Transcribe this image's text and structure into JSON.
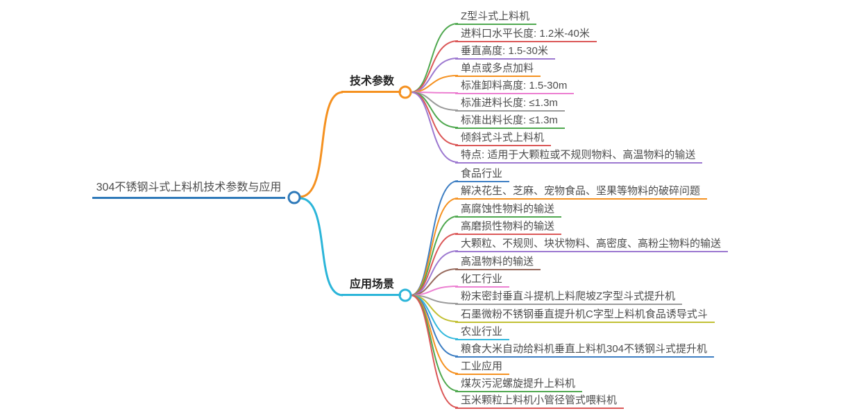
{
  "root": {
    "label": "304不锈钢斗式上料机技术参数与应用",
    "color": "#2e79b9"
  },
  "branches": [
    {
      "label": "技术参数",
      "color": "#f59120",
      "leaves": [
        {
          "label": "Z型斗式上料机",
          "color": "#4fa84f"
        },
        {
          "label": "进料口水平长度: 1.2米-40米",
          "color": "#db5757"
        },
        {
          "label": "垂直高度: 1.5-30米",
          "color": "#9c78d0"
        },
        {
          "label": "单点或多点加料",
          "color": "#f59120"
        },
        {
          "label": "标准卸料高度: 1.5-30m",
          "color": "#ec7fd1"
        },
        {
          "label": "标准进料长度: ≤1.3m",
          "color": "#9b9b9b"
        },
        {
          "label": "标准出料长度: ≤1.3m",
          "color": "#4fa84f"
        },
        {
          "label": "倾斜式斗式上料机",
          "color": "#db5757"
        },
        {
          "label": "特点: 适用于大颗粒或不规则物料、高温物料的输送",
          "color": "#9c78d0"
        }
      ]
    },
    {
      "label": "应用场景",
      "color": "#2bb5d9",
      "leaves": [
        {
          "label": "食品行业",
          "color": "#3d7ec3"
        },
        {
          "label": "解决花生、芝麻、宠物食品、坚果等物料的破碎问题",
          "color": "#f59120"
        },
        {
          "label": "高腐蚀性物料的输送",
          "color": "#4fa84f"
        },
        {
          "label": "高磨损性物料的输送",
          "color": "#db5757"
        },
        {
          "label": "大颗粒、不规则、块状物料、高密度、高粉尘物料的输送",
          "color": "#9c78d0"
        },
        {
          "label": "高温物料的输送",
          "color": "#96685b"
        },
        {
          "label": "化工行业",
          "color": "#ec7fd1"
        },
        {
          "label": "粉末密封垂直斗提机上料爬坡Z字型斗式提升机",
          "color": "#9b9b9b"
        },
        {
          "label": "石墨微粉不锈钢垂直提升机C字型上料机食品诱导式斗",
          "color": "#c2c034"
        },
        {
          "label": "农业行业",
          "color": "#32b8dc"
        },
        {
          "label": "粮食大米自动给料机垂直上料机304不锈钢斗式提升机",
          "color": "#3d7ec3"
        },
        {
          "label": "工业应用",
          "color": "#f59120"
        },
        {
          "label": "煤灰污泥螺旋提升上料机",
          "color": "#4fa84f"
        },
        {
          "label": "玉米颗粒上料机小管径管式喂料机",
          "color": "#db5757"
        }
      ]
    }
  ]
}
